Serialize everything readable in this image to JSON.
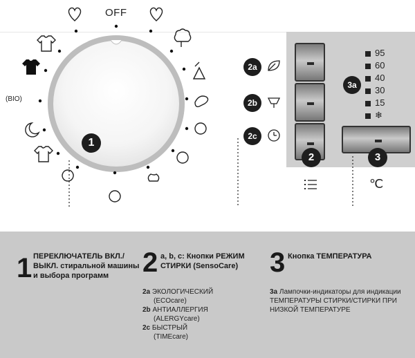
{
  "dial": {
    "off_label": "OFF",
    "program_number": "1",
    "program_bio": "(BIO)",
    "icons": [
      "heart-2-icon",
      "heart-1-icon",
      "tshirt-icon",
      "cotton-icon",
      "tshirt-dark-icon",
      "mix-icon",
      "hand-wash-icon",
      "wool-icon",
      "quick-17-icon",
      "spin-icon",
      "drain-icon",
      "flower-icon",
      "jeans-icon",
      "night-icon"
    ]
  },
  "buttons": {
    "label_2a": "2a",
    "label_2b": "2b",
    "label_2c": "2c",
    "badge_2": "2",
    "badge_3": "3",
    "badge_3a": "3a"
  },
  "temperatures": [
    "95",
    "60",
    "40",
    "30",
    "15"
  ],
  "cold_symbol": "❄",
  "legend": {
    "item1": {
      "number": "1",
      "title": "ПЕРЕКЛЮЧАТЕЛЬ ВКЛ./ ВЫКЛ. стиральной машины и выбора программ"
    },
    "item2": {
      "number": "2",
      "title": "a, b, c: Кнопки РЕЖИМ СТИРКИ (SensoCare)",
      "lines": [
        {
          "tag": "2a",
          "text": "ЭКОЛОГИЧЕСКИЙ"
        },
        {
          "tag": "",
          "text": "(ECOcare)"
        },
        {
          "tag": "2b",
          "text": "АНТИАЛЛЕРГИЯ"
        },
        {
          "tag": "",
          "text": "(ALERGYcare)"
        },
        {
          "tag": "2c",
          "text": "БЫСТРЫЙ"
        },
        {
          "tag": "",
          "text": "(TIMEcare)"
        }
      ]
    },
    "item3": {
      "number": "3",
      "title": "Кнопка ТЕМПЕРАТУРА",
      "sub_tag": "3a",
      "sub_text": "Лампочки-индикаторы для индикации ТЕМПЕРАТУРЫ СТИРКИ/СТИРКИ ПРИ НИЗКОЙ ТЕМПЕРАТУРЕ"
    }
  }
}
